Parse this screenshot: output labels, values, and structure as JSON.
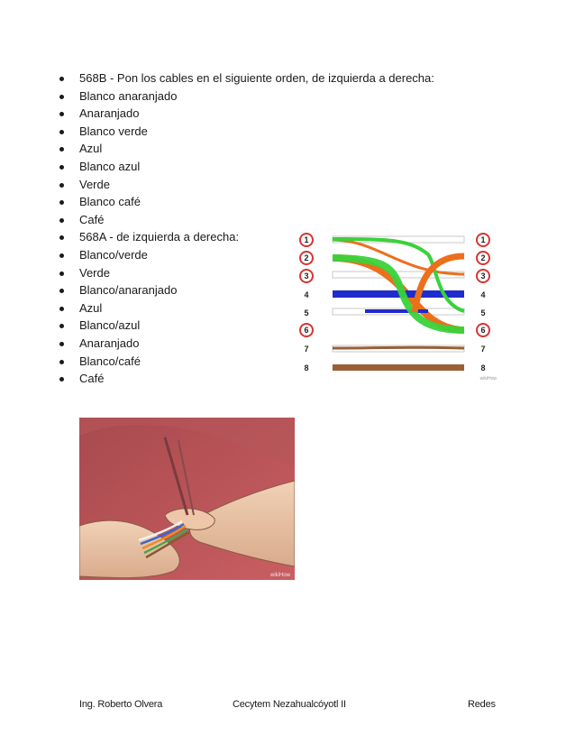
{
  "bullets": [
    "568B - Pon los cables en el siguiente orden, de izquierda a derecha:",
    "Blanco anaranjado",
    "Anaranjado",
    "Blanco verde",
    "Azul",
    "Blanco azul",
    "Verde",
    "Blanco café",
    "Café",
    "568A - de izquierda a derecha:",
    "Blanco/verde",
    "Verde",
    "Blanco/anaranjado",
    "Azul",
    "Blanco/azul",
    "Anaranjado",
    "Blanco/café",
    "Café"
  ],
  "diagram": {
    "pin_numbers": [
      "1",
      "2",
      "3",
      "4",
      "5",
      "6",
      "7",
      "8"
    ],
    "colors": {
      "green": "#3ad23a",
      "orange": "#ec6f1c",
      "blue": "#1f2bcc",
      "brown": "#9b5f36",
      "circle": "#d83434"
    },
    "watermark": "wikiHow"
  },
  "photo": {
    "watermark": "wikiHow"
  },
  "footer": {
    "left": "Ing. Roberto Olvera",
    "center": "Cecytem Nezahualcóyotl II",
    "right": "Redes"
  }
}
